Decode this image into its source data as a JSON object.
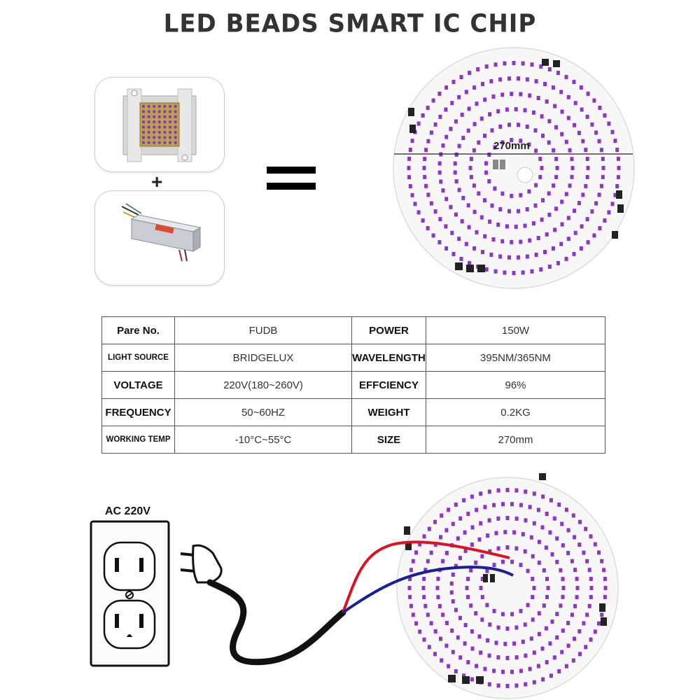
{
  "title": "LED BEADS SMART IC CHIP",
  "plus_sign": "+",
  "dimension_label": "270mm",
  "spec_table": {
    "rows": [
      {
        "label1": "Pare No.",
        "value1": "FUDB",
        "label2": "POWER",
        "value2": "150W"
      },
      {
        "label1": "LIGHT SOURCE",
        "value1": "BRIDGELUX",
        "label2": "WAVELENGTH",
        "value2": "395NM/365NM"
      },
      {
        "label1": "VOLTAGE",
        "value1": "220V(180~260V)",
        "label2": "EFFCIENCY",
        "value2": "96%"
      },
      {
        "label1": "FREQUENCY",
        "value1": "50~60HZ",
        "label2": "WEIGHT",
        "value2": "0.2KG"
      },
      {
        "label1": "WORKING TEMP",
        "value1": "-10°C~55°C",
        "label2": "SIZE",
        "value2": "270mm"
      }
    ]
  },
  "outlet_label": "AC 220V",
  "colors": {
    "led_bead": "#8e34c9",
    "wire_red": "#e01020",
    "wire_blue": "#1b1e9a",
    "cable": "#111111"
  }
}
